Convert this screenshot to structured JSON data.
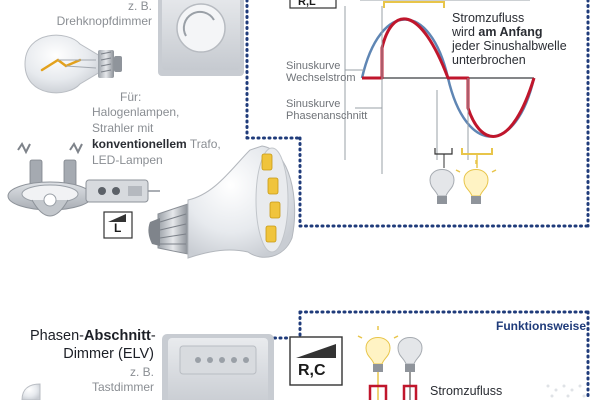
{
  "top": {
    "dimmer_example": "z. B.",
    "dimmer_type": "Drehknopfdimmer",
    "for_label": "Für:",
    "uses": [
      "Halogenlampen,",
      "Strahler mit"
    ],
    "trafo_bold": "konventionellem",
    "trafo_rest": "Trafo,",
    "led": "LED-Lampen",
    "load_symbol": "L",
    "load_partial": "R,L",
    "wave_label_1_line1": "Sinuskurve",
    "wave_label_1_line2": "Wechselstrom",
    "wave_label_2_line1": "Sinuskurve",
    "wave_label_2_line2": "Phasenanschnitt",
    "flow": {
      "line1": "Stromzufluss",
      "line2_pre": "wird",
      "line2_bold": "am Anfang",
      "line3": "jeder Sinushalbwelle",
      "line4": "unterbrochen"
    }
  },
  "bottom": {
    "title_part1": "Phasen-",
    "title_bold": "Abschnitt",
    "title_part2": "-",
    "title_line2": "Dimmer (ELV)",
    "dimmer_example": "z. B.",
    "dimmer_type": "Tastdimmer",
    "function_label": "Funktionsweise",
    "load_symbol": "R,C",
    "flow_line1": "Stromzufluss"
  },
  "colors": {
    "red_wave": "#c0162c",
    "blue_wave": "#5f86b4",
    "navy_dots": "#1f3b7a",
    "yellow_bracket": "#e8c54a"
  }
}
